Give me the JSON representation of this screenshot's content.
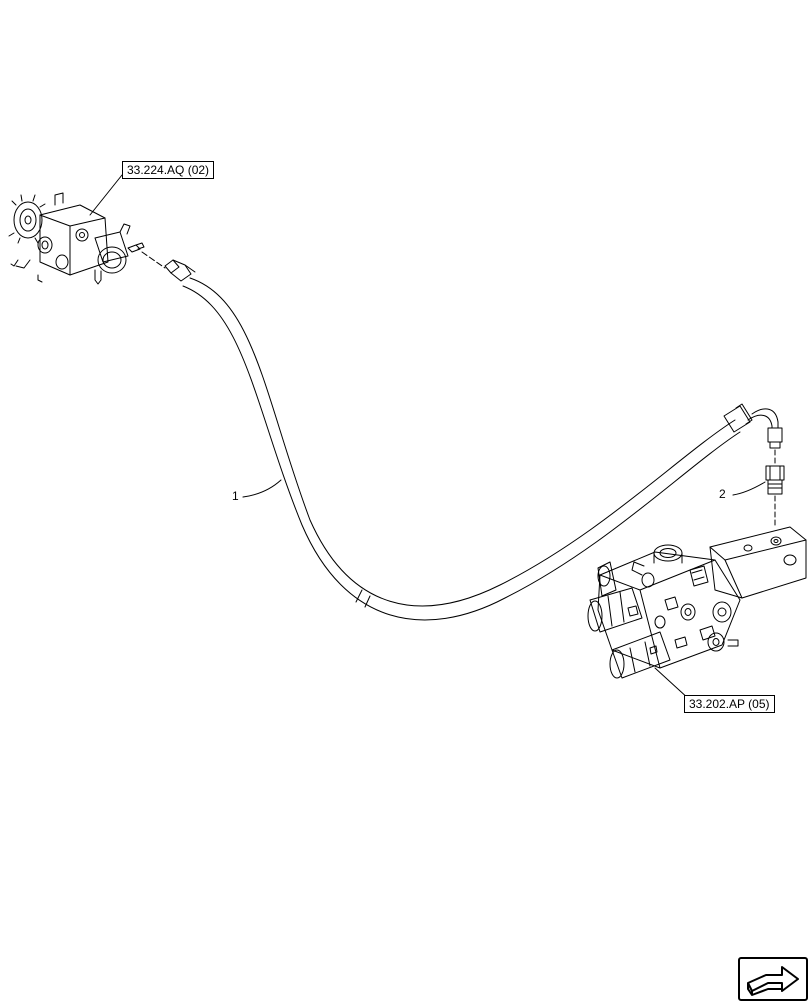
{
  "references": {
    "upper": "33.224.AQ (02)",
    "lower": "33.202.AP (05)"
  },
  "callouts": {
    "hose": "1",
    "fitting": "2"
  },
  "nav": {
    "icon": "next-page-arrow-icon"
  }
}
